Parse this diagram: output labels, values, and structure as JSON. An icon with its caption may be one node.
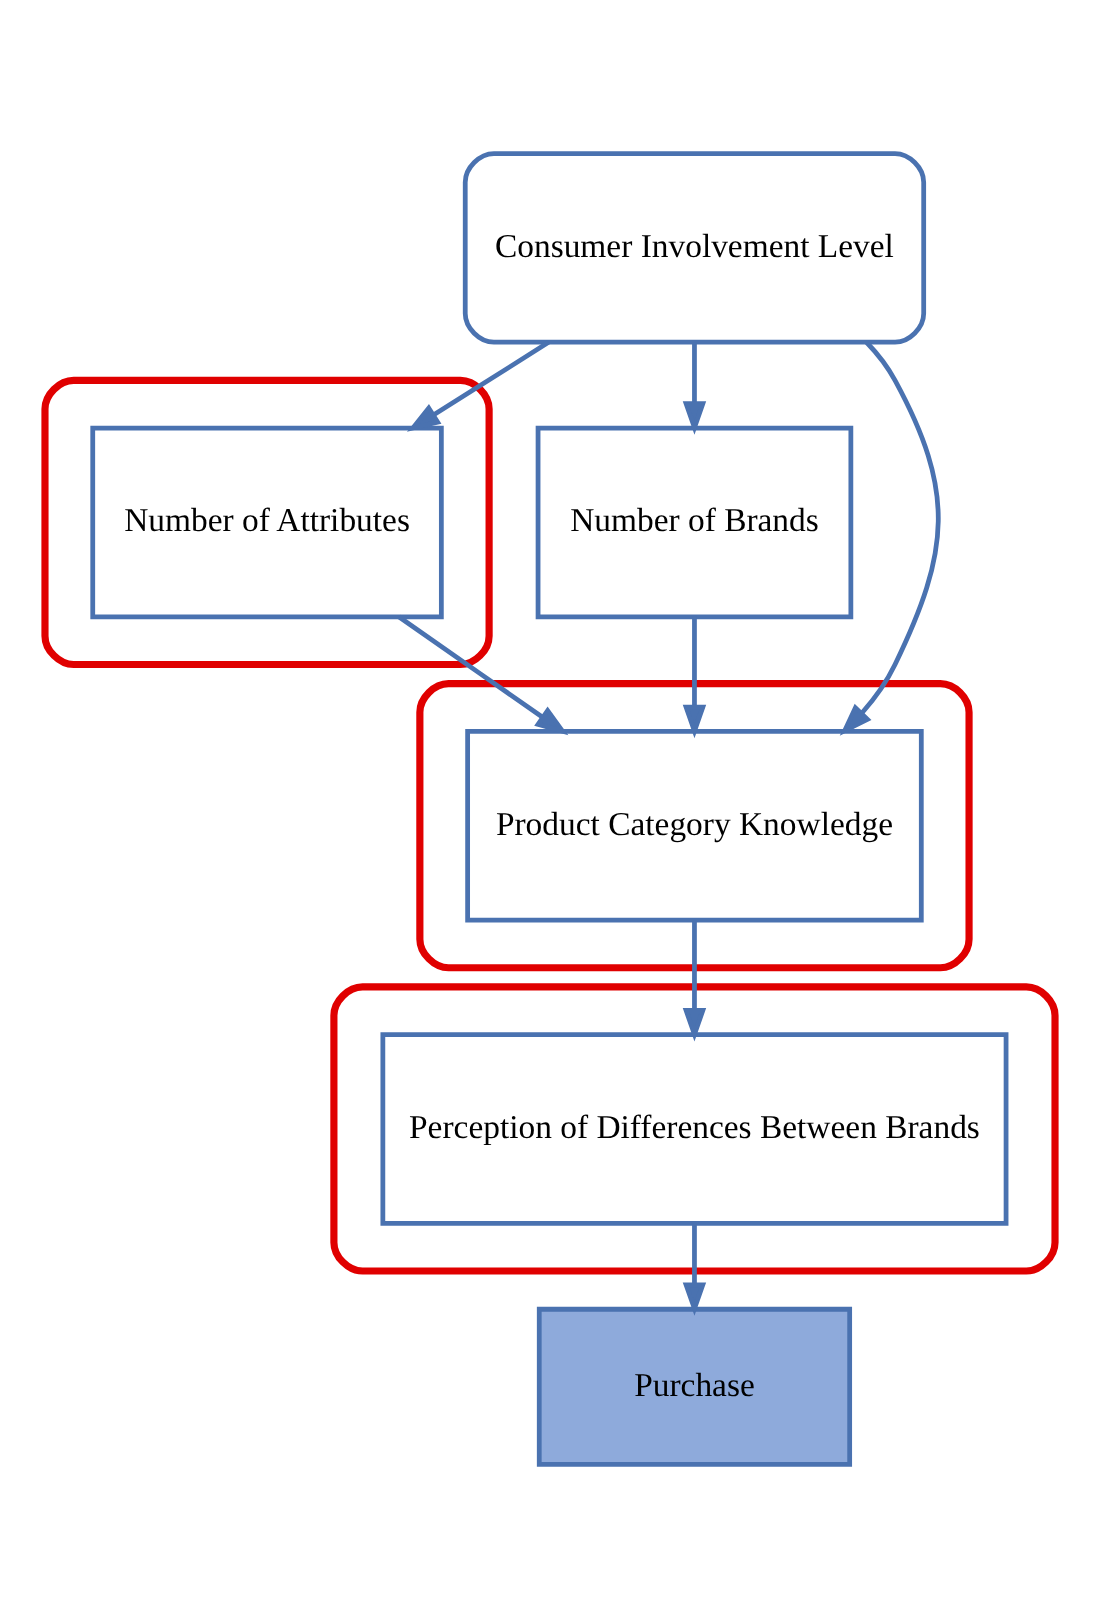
{
  "diagram": {
    "nodes": [
      {
        "text": [
          "Consumer Involvement Level"
        ]
      },
      {
        "text": [],
        "shape": "ellipse"
      },
      {
        "text": [
          "Number of Attributes"
        ],
        "in": 1
      },
      {
        "text": [
          "Number of Brands"
        ]
      },
      {
        "text": [],
        "shape": "ellipse"
      },
      {
        "text": [
          "Product Category Knowledge"
        ],
        "in": 4
      },
      {
        "text": [],
        "shape": "ellipse"
      },
      {
        "text": [
          "Perception of Differences Between Brands"
        ],
        "in": 6
      },
      {
        "text": [
          "Purchase"
        ]
      }
    ],
    "edges": [
      {
        "from": 0,
        "to": 2,
        "arrow": "to"
      },
      {
        "from": 0,
        "to": 3,
        "arrow": "to"
      },
      {
        "from": 0,
        "to": 5,
        "arrow": "to"
      },
      {
        "from": 2,
        "to": 5,
        "arrow": "to"
      },
      {
        "from": 3,
        "to": 5,
        "arrow": "to"
      },
      {
        "from": 5,
        "to": 7,
        "arrow": "to"
      },
      {
        "from": 7,
        "to": 8,
        "arrow": "to"
      }
    ]
  }
}
